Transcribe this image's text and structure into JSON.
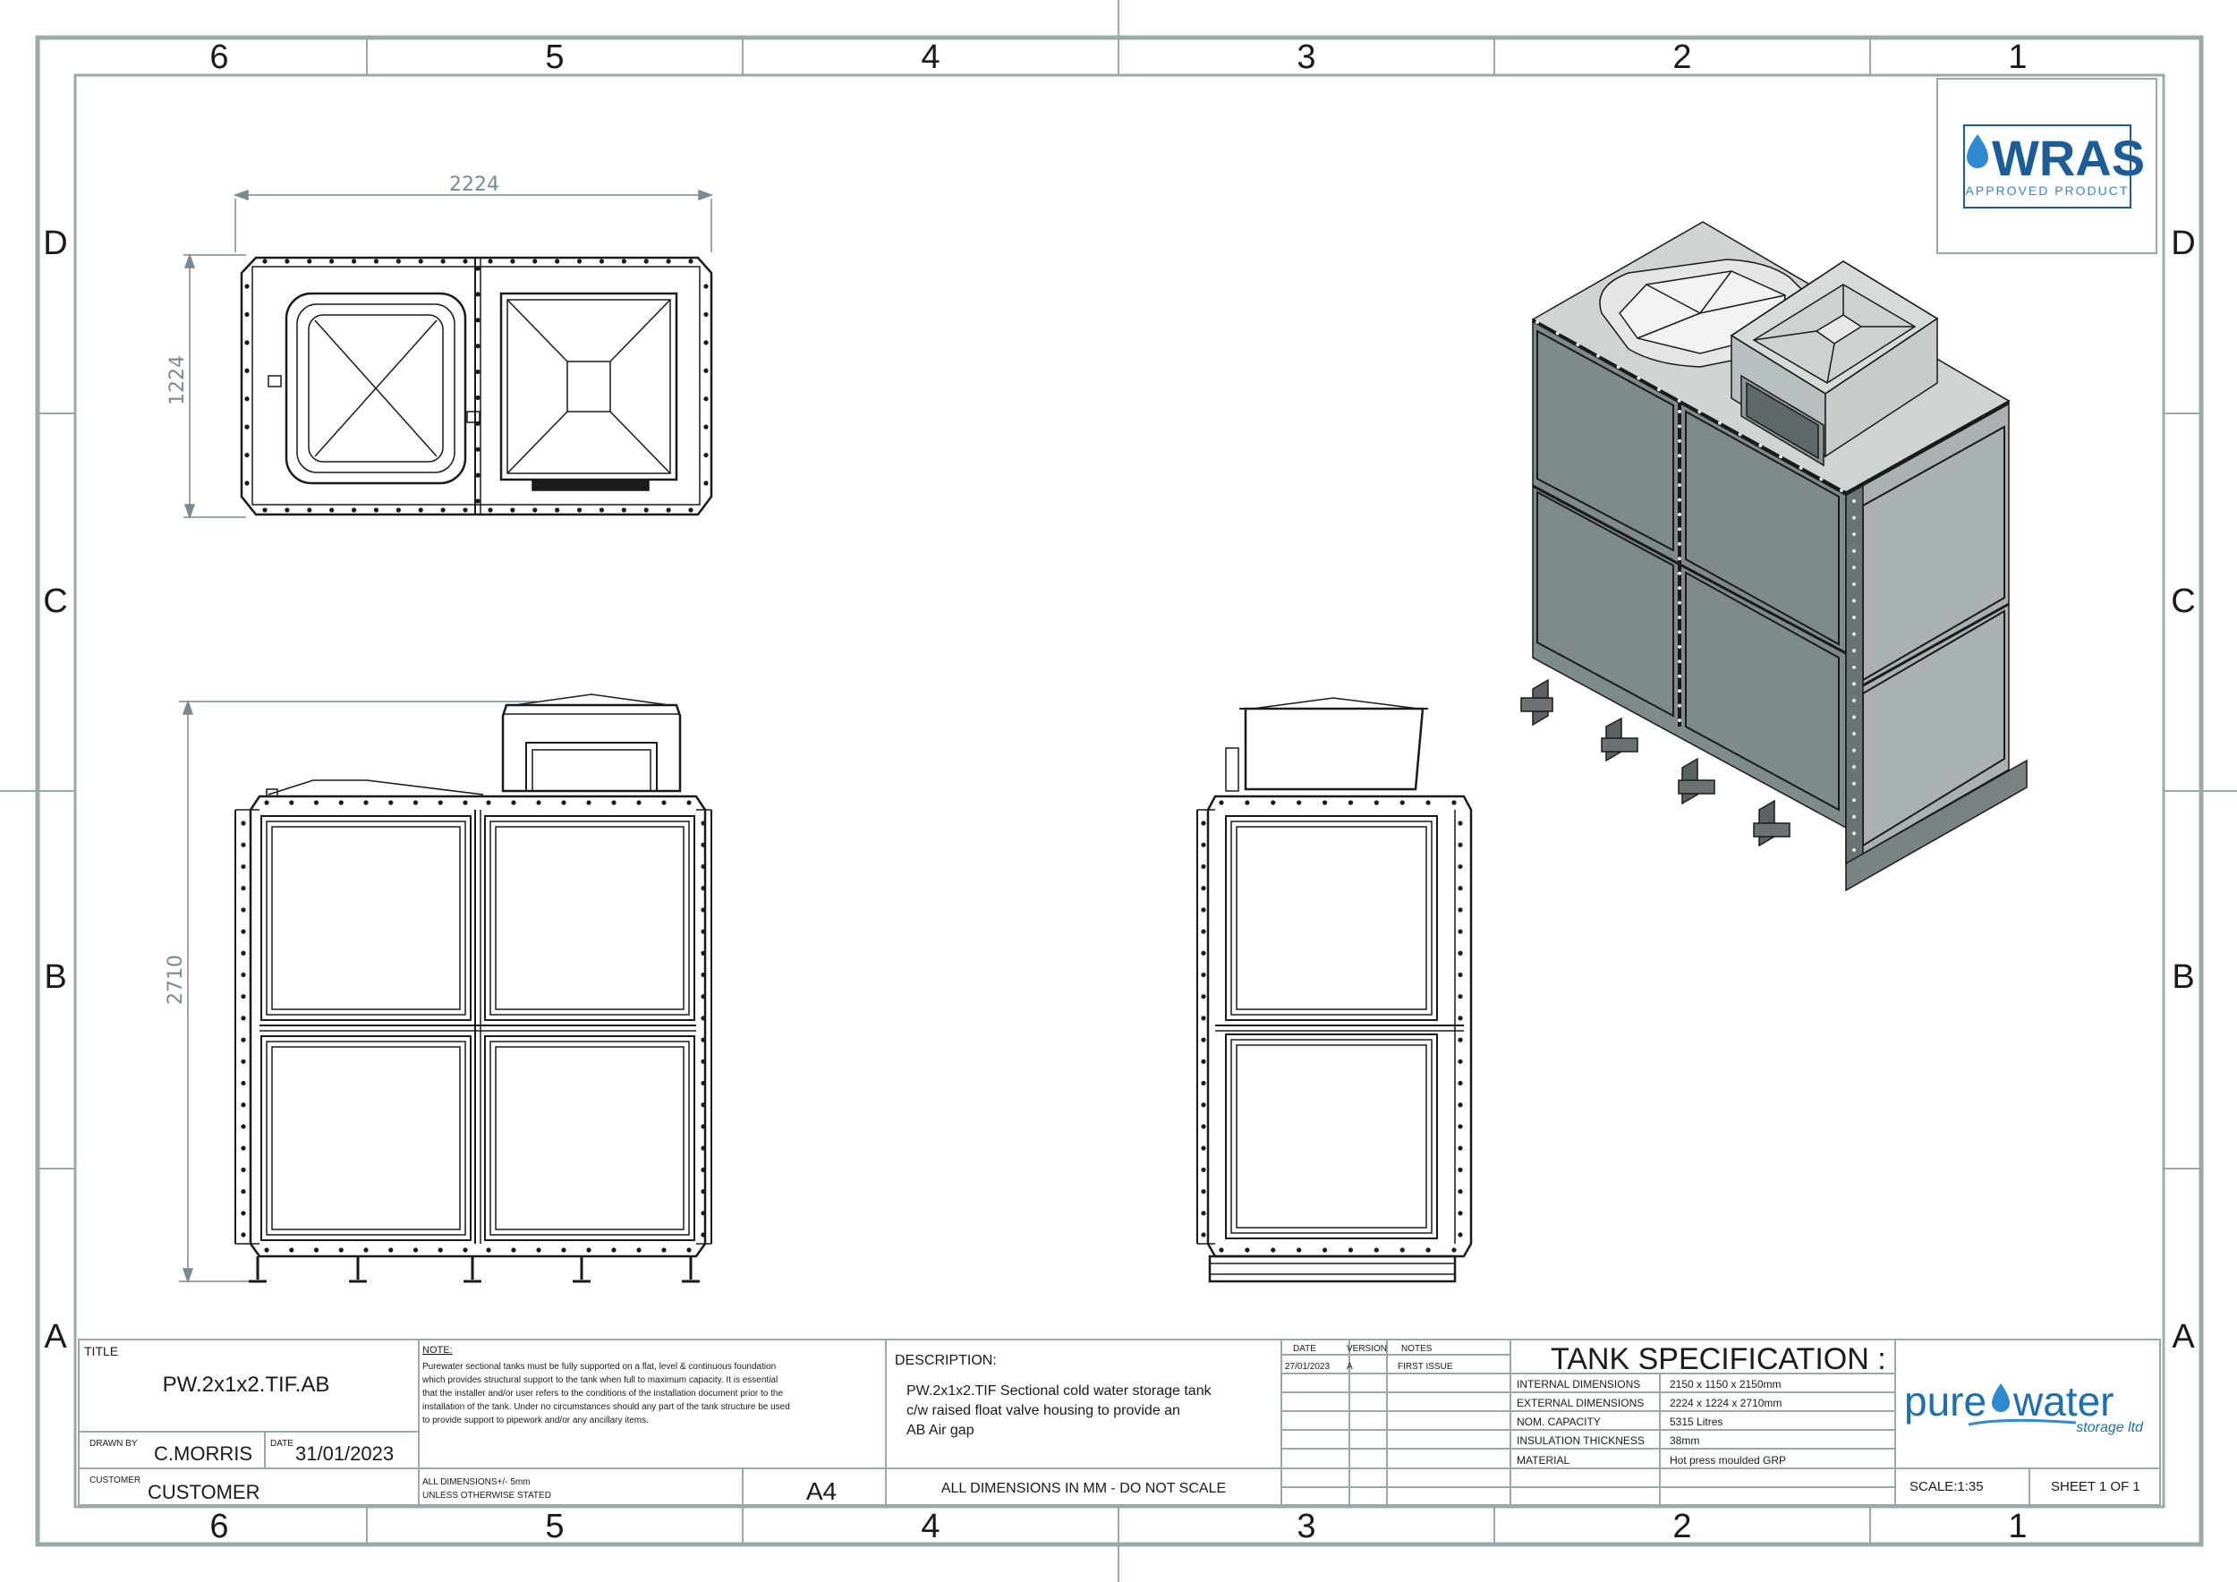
{
  "zones": {
    "columns": [
      "6",
      "5",
      "4",
      "3",
      "2",
      "1"
    ],
    "rows": [
      "D",
      "C",
      "B",
      "A"
    ]
  },
  "dimensions": {
    "plan_width": "2224",
    "plan_depth": "1224",
    "elevation_height": "2710"
  },
  "logo_wras": {
    "name": "WRAS",
    "sub": "APPROVED PRODUCT"
  },
  "title_block": {
    "title_label": "TITLE",
    "title_value": "PW.2x1x2.TIF.AB",
    "drawn_by_label": "DRAWN BY",
    "drawn_by_value": "C.MORRIS",
    "date_label": "DATE",
    "date_value": "31/01/2023",
    "customer_label": "CUSTOMER",
    "customer_value": "CUSTOMER",
    "note_label": "NOTE:",
    "note_lines": [
      "Purewater sectional tanks must be fully supported on a flat, level & continuous foundation",
      "which provides structural support to the tank when full to maximum capacity. It is essential",
      "that the installer and/or user refers to the conditions of the installation document prior to the",
      "installation of the tank. Under no circumstances should any part of the tank structure be used",
      "to provide support to pipework and/or any ancillary items."
    ],
    "tolerance_1": "ALL DIMENSIONS+/- 5mm",
    "tolerance_2": "UNLESS OTHERWISE STATED",
    "sheet_size": "A4",
    "description_label": "DESCRIPTION:",
    "description_lines": [
      "PW.2x1x2.TIF Sectional cold water storage tank",
      "c/w raised float valve housing to provide an",
      "AB Air gap"
    ],
    "dims_note": "ALL DIMENSIONS IN MM - DO NOT SCALE",
    "rev_headers": [
      "DATE",
      "VERSION",
      "NOTES"
    ],
    "rev_row": [
      "27/01/2023",
      "A",
      "FIRST ISSUE"
    ],
    "spec_title": "TANK SPECIFICATION :",
    "spec_rows": [
      [
        "INTERNAL DIMENSIONS",
        "2150 x 1150 x 2150mm"
      ],
      [
        "EXTERNAL DIMENSIONS",
        "2224 x 1224 x 2710mm"
      ],
      [
        "NOM. CAPACITY",
        "5315 Litres"
      ],
      [
        "INSULATION THICKNESS",
        "38mm"
      ],
      [
        "MATERIAL",
        "Hot press moulded GRP"
      ]
    ],
    "brand_name_left": "pure",
    "brand_name_right": "water",
    "brand_sub": "storage ltd",
    "scale": "SCALE:1:35",
    "sheet": "SHEET 1 OF 1"
  },
  "colors": {
    "frame": "#9aaaa9",
    "line": "#1a1a1a",
    "dim": "#7a8a92",
    "panel_dark": "#7f8a8c",
    "panel_light": "#a9b1b2",
    "panel_top": "#cfd3d3",
    "brand_blue": "#1e6fb0",
    "wras_blue": "#1c5d97"
  }
}
